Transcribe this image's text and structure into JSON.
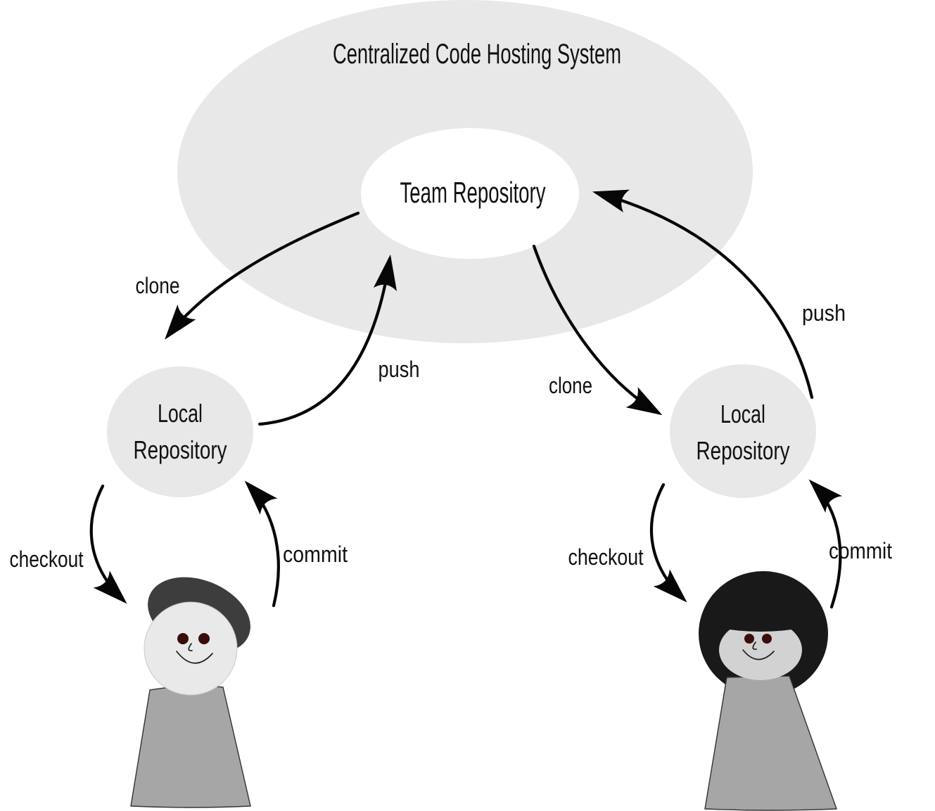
{
  "title": "Centralized Code Hosting System",
  "nodes": {
    "team_repository": "Team Repository",
    "local_repository_left": {
      "line1": "Local",
      "line2": "Repository"
    },
    "local_repository_right": {
      "line1": "Local",
      "line2": "Repository"
    }
  },
  "actions": {
    "left": {
      "clone": "clone",
      "push": "push",
      "checkout": "checkout",
      "commit": "commit"
    },
    "right": {
      "clone": "clone",
      "push": "push",
      "checkout": "checkout",
      "commit": "commit"
    }
  },
  "icons": {
    "developer_left": "developer-boy-icon",
    "developer_right": "developer-girl-icon"
  },
  "colors": {
    "background": "#ffffff",
    "hosting_fill": "#e8e8e8",
    "team_fill": "#ffffff",
    "local_fill": "#e8e8e8",
    "text": "#111111",
    "arrow": "#060606",
    "hair_left": "#3d3d3d",
    "hair_right": "#191919",
    "face_left": "#e9e9e9",
    "face_right": "#d2d2d2",
    "eye": "#3a0d0d",
    "body_fill": "#a6a6a6",
    "outline": "#333333"
  }
}
